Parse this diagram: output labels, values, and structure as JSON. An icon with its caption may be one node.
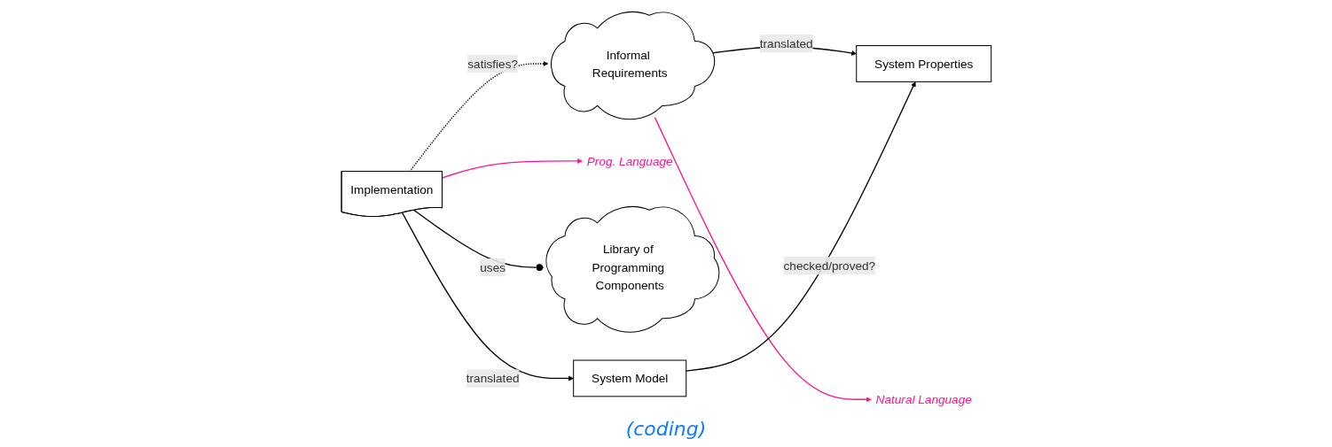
{
  "diagram": {
    "nodes": [
      {
        "text": [
          "Natural Language"
        ]
      },
      {
        "text": [
          "Informal Requirements"
        ]
      },
      {
        "text": [
          "System Properties"
        ]
      },
      {
        "text": [
          "Prog. Language"
        ]
      },
      {
        "text": [
          "Library of Programming Components"
        ]
      },
      {
        "text": [
          "Implementation"
        ]
      },
      {
        "text": [
          "System Model"
        ]
      }
    ],
    "edges": [
      {
        "from": 1,
        "to": 2,
        "arrow": "to",
        "label": "translated"
      },
      {
        "from": 5,
        "to": 1,
        "arrow": "to",
        "label": "satisfies?",
        "style": "dashed"
      },
      {
        "from": 1,
        "to": 0,
        "arrow": "to",
        "color": "#ff1493"
      },
      {
        "from": 5,
        "to": 3,
        "arrow": "to",
        "color": "#ff1493"
      },
      {
        "from": 5,
        "to": 4,
        "arrow": "other",
        "label": "uses"
      },
      {
        "from": 5,
        "to": 6,
        "arrow": "to",
        "label": "translated"
      },
      {
        "from": 6,
        "to": 2,
        "arrow": "to",
        "label": "checked/proved?"
      }
    ],
    "labels": [
      "(coding)"
    ]
  }
}
